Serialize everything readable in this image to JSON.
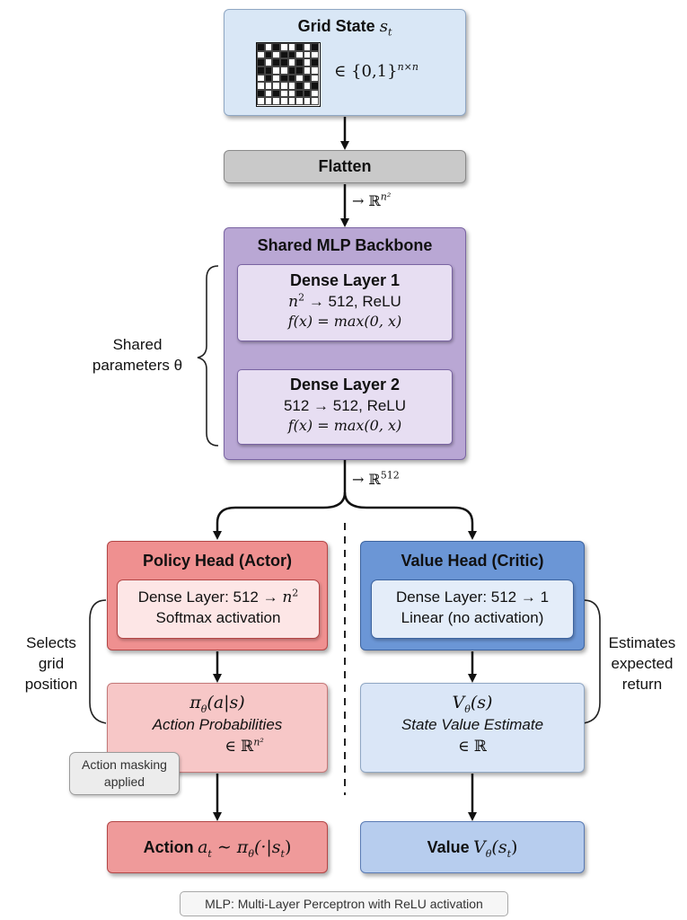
{
  "grid_state": {
    "title": "Grid State",
    "title_var": "s",
    "title_sub": "t",
    "set_prefix": "∈ {0,1}",
    "set_sup": "n×n",
    "grid_pattern": [
      [
        1,
        0,
        1,
        0,
        0,
        1,
        0,
        1
      ],
      [
        0,
        1,
        0,
        1,
        1,
        0,
        0,
        0
      ],
      [
        1,
        0,
        1,
        1,
        0,
        1,
        0,
        1
      ],
      [
        1,
        1,
        0,
        0,
        1,
        1,
        0,
        0
      ],
      [
        0,
        1,
        0,
        1,
        1,
        0,
        1,
        0
      ],
      [
        0,
        0,
        0,
        0,
        0,
        1,
        0,
        1
      ],
      [
        1,
        0,
        1,
        0,
        0,
        1,
        1,
        0
      ],
      [
        0,
        0,
        0,
        0,
        0,
        0,
        0,
        0
      ]
    ]
  },
  "flatten": {
    "title": "Flatten",
    "out_arrow": "→ ℝ",
    "out_sup": "n²"
  },
  "mlp": {
    "title": "Shared MLP Backbone",
    "dense1": {
      "title": "Dense Layer 1",
      "spec_var": "n",
      "spec_sup": "2",
      "spec_rest": " → 512, ReLU",
      "func": "f(x) = max(0, x)"
    },
    "dense2": {
      "title": "Dense Layer 2",
      "spec": "512 → 512, ReLU",
      "func": "f(x) = max(0, x)"
    },
    "out_arrow": "→ ℝ",
    "out_sup": "512",
    "shared_label_1": "Shared",
    "shared_label_2": "parameters θ"
  },
  "policy": {
    "title": "Policy Head (Actor)",
    "inner_line1_prefix": "Dense Layer: 512 → ",
    "inner_line1_var": "n",
    "inner_line1_sup": "2",
    "inner_line2": "Softmax activation",
    "prob_symbol": "π",
    "prob_sub": "θ",
    "prob_args": "(a|s)",
    "prob_label": "Action Probabilities",
    "prob_set": "∈ ℝ",
    "prob_set_sup": "n²",
    "side_label": [
      "Selects",
      "grid",
      "position"
    ],
    "mask_note_1": "Action masking",
    "mask_note_2": "applied",
    "action_prefix": "Action",
    "action_formula": "a",
    "action_sub": "t",
    "action_tail": " ∼ π",
    "action_tail_sub": "θ",
    "action_tail_args": "(·|s",
    "action_tail_args_sub": "t",
    "action_close": ")"
  },
  "value": {
    "title": "Value Head (Critic)",
    "inner_line1": "Dense Layer: 512 → 1",
    "inner_line2": "Linear (no activation)",
    "v_symbol": "V",
    "v_sub": "θ",
    "v_args": "(s)",
    "v_label": "State Value Estimate",
    "v_set": "∈ ℝ",
    "side_label": [
      "Estimates",
      "expected",
      "return"
    ],
    "out_prefix": "Value",
    "out_symbol": "V",
    "out_sub": "θ",
    "out_args": "(s",
    "out_args_sub": "t",
    "out_close": ")"
  },
  "footnote": "MLP: Multi-Layer Perceptron with ReLU activation",
  "colors": {
    "grid_state_bg": "#d9e7f6",
    "flatten_bg": "#c9c9c9",
    "mlp_bg": "#b9a7d4",
    "policy_bg": "#ef9090",
    "value_bg": "#6b96d6"
  }
}
